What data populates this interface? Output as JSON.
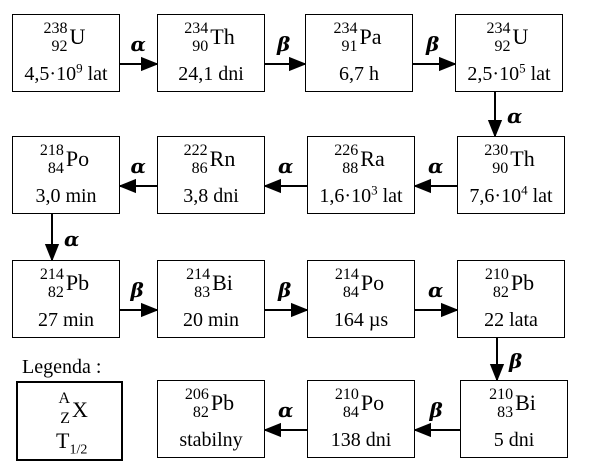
{
  "nuclides": [
    {
      "id": "u238",
      "mass": "238",
      "z": "92",
      "symbol": "U",
      "half_life": "4,5·10",
      "half_life_exp": "9",
      "half_life_unit": " lat"
    },
    {
      "id": "th234",
      "mass": "234",
      "z": "90",
      "symbol": "Th",
      "half_life": "24,1 dni",
      "half_life_exp": "",
      "half_life_unit": ""
    },
    {
      "id": "pa234",
      "mass": "234",
      "z": "91",
      "symbol": "Pa",
      "half_life": "6,7 h",
      "half_life_exp": "",
      "half_life_unit": ""
    },
    {
      "id": "u234",
      "mass": "234",
      "z": "92",
      "symbol": "U",
      "half_life": "2,5·10",
      "half_life_exp": "5",
      "half_life_unit": " lat"
    },
    {
      "id": "th230",
      "mass": "230",
      "z": "90",
      "symbol": "Th",
      "half_life": "7,6·10",
      "half_life_exp": "4",
      "half_life_unit": " lat"
    },
    {
      "id": "ra226",
      "mass": "226",
      "z": "88",
      "symbol": "Ra",
      "half_life": "1,6·10",
      "half_life_exp": "3",
      "half_life_unit": " lat"
    },
    {
      "id": "rn222",
      "mass": "222",
      "z": "86",
      "symbol": "Rn",
      "half_life": "3,8 dni",
      "half_life_exp": "",
      "half_life_unit": ""
    },
    {
      "id": "po218",
      "mass": "218",
      "z": "84",
      "symbol": "Po",
      "half_life": "3,0 min",
      "half_life_exp": "",
      "half_life_unit": ""
    },
    {
      "id": "pb214",
      "mass": "214",
      "z": "82",
      "symbol": "Pb",
      "half_life": "27 min",
      "half_life_exp": "",
      "half_life_unit": ""
    },
    {
      "id": "bi214",
      "mass": "214",
      "z": "83",
      "symbol": "Bi",
      "half_life": "20 min",
      "half_life_exp": "",
      "half_life_unit": ""
    },
    {
      "id": "po214",
      "mass": "214",
      "z": "84",
      "symbol": "Po",
      "half_life": "164 µs",
      "half_life_exp": "",
      "half_life_unit": ""
    },
    {
      "id": "pb210",
      "mass": "210",
      "z": "82",
      "symbol": "Pb",
      "half_life": "22 lata",
      "half_life_exp": "",
      "half_life_unit": ""
    },
    {
      "id": "bi210",
      "mass": "210",
      "z": "83",
      "symbol": "Bi",
      "half_life": "5 dni",
      "half_life_exp": "",
      "half_life_unit": ""
    },
    {
      "id": "po210",
      "mass": "210",
      "z": "84",
      "symbol": "Po",
      "half_life": "138 dni",
      "half_life_exp": "",
      "half_life_unit": ""
    },
    {
      "id": "pb206",
      "mass": "206",
      "z": "82",
      "symbol": "Pb",
      "half_life": "stabilny",
      "half_life_exp": "",
      "half_life_unit": ""
    }
  ],
  "decays": [
    {
      "from": "u238",
      "to": "th234",
      "type": "α"
    },
    {
      "from": "th234",
      "to": "pa234",
      "type": "β"
    },
    {
      "from": "pa234",
      "to": "u234",
      "type": "β"
    },
    {
      "from": "u234",
      "to": "th230",
      "type": "α"
    },
    {
      "from": "th230",
      "to": "ra226",
      "type": "α"
    },
    {
      "from": "ra226",
      "to": "rn222",
      "type": "α"
    },
    {
      "from": "rn222",
      "to": "po218",
      "type": "α"
    },
    {
      "from": "po218",
      "to": "pb214",
      "type": "α"
    },
    {
      "from": "pb214",
      "to": "bi214",
      "type": "β"
    },
    {
      "from": "bi214",
      "to": "po214",
      "type": "β"
    },
    {
      "from": "po214",
      "to": "pb210",
      "type": "α"
    },
    {
      "from": "pb210",
      "to": "bi210",
      "type": "β"
    },
    {
      "from": "bi210",
      "to": "po210",
      "type": "β"
    },
    {
      "from": "po210",
      "to": "pb206",
      "type": "α"
    }
  ],
  "legend": {
    "title": "Legenda :",
    "mass_symbol": "A",
    "atomic_symbol": "Z",
    "element_symbol": "X",
    "half_life_symbol": "T",
    "half_life_sub": "1/2"
  },
  "colors": {
    "line": "#000000",
    "background": "#ffffff"
  }
}
